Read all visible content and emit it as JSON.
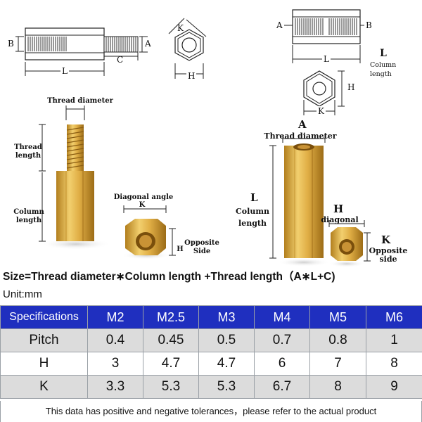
{
  "diagrams": {
    "male_female": {
      "dim_b": "B",
      "dim_a": "A",
      "dim_c": "C",
      "dim_l": "L",
      "hex_k": "K",
      "hex_h": "H"
    },
    "female_female": {
      "dim_a": "A",
      "dim_b": "B",
      "dim_l": "L",
      "l_big": "L",
      "l_caption": "Column length",
      "hex_h": "H",
      "hex_k": "K"
    }
  },
  "photos": {
    "male_female": {
      "thread_diameter": "Thread diameter",
      "thread_length": "Thread length",
      "column_length": "Column length",
      "diagonal_angle": "Diagonal angle",
      "k": "K",
      "h": "H",
      "opposite_side": "Opposite Side"
    },
    "female_female": {
      "a": "A",
      "thread_diameter": "Thread diameter",
      "l": "L",
      "column_length": "Column length",
      "h": "H",
      "diagonal": "diagonal",
      "k": "K",
      "opposite_side": "Opposite side"
    }
  },
  "size_formula": "Size=Thread diameter∗Column length +Thread length（A∗L+C)",
  "unit": "Unit:mm",
  "table": {
    "header": [
      "Specifications",
      "M2",
      "M2.5",
      "M3",
      "M4",
      "M5",
      "M6"
    ],
    "rows": [
      [
        "Pitch",
        "0.4",
        "0.45",
        "0.5",
        "0.7",
        "0.8",
        "1"
      ],
      [
        "H",
        "3",
        "4.7",
        "4.7",
        "6",
        "7",
        "8"
      ],
      [
        "K",
        "3.3",
        "5.3",
        "5.3",
        "6.7",
        "8",
        "9"
      ]
    ]
  },
  "footer": "This data has positive and negative tolerances，please refer to the actual product",
  "colors": {
    "table_header": "#1f2fbf",
    "brass": "#d9a93a",
    "row_gray": "#dcdcdc"
  }
}
